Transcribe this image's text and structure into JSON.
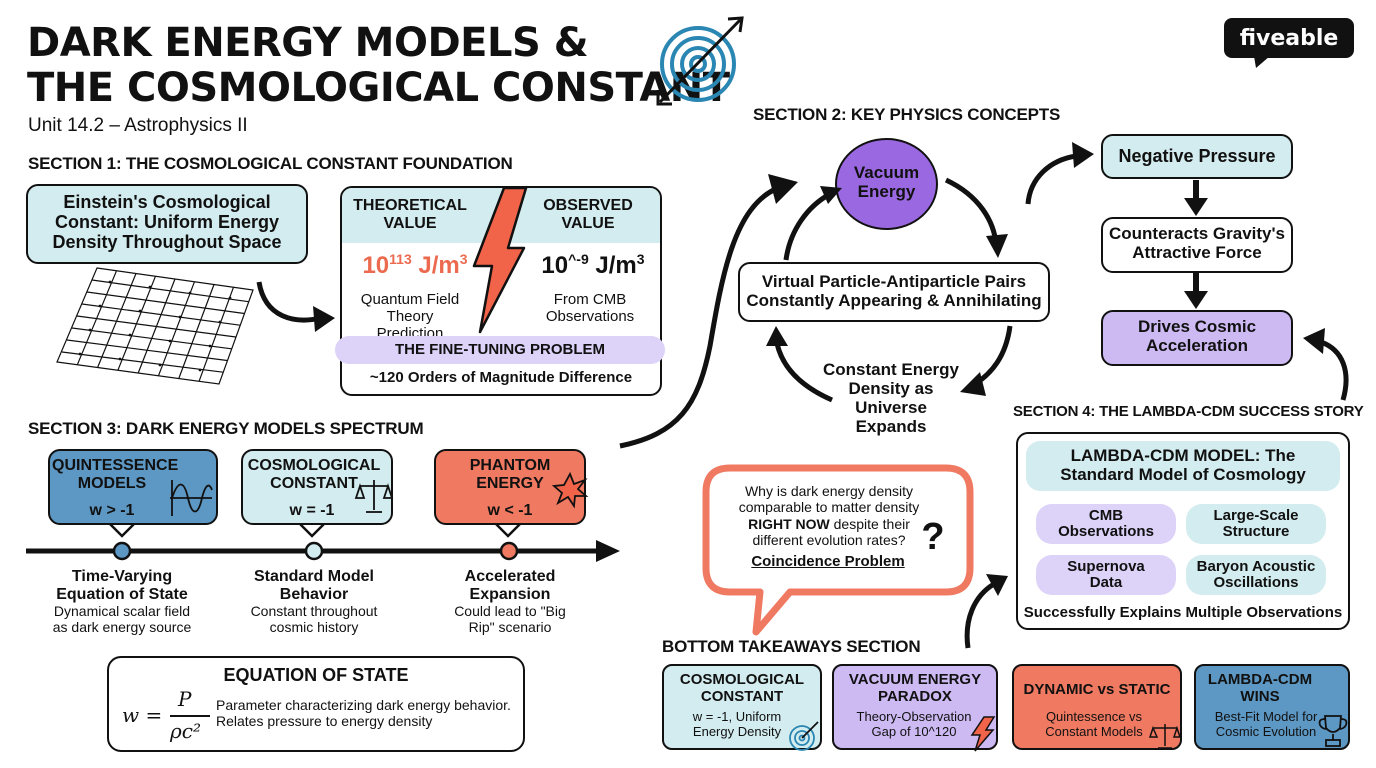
{
  "header": {
    "title_line1": "DARK ENERGY MODELS &",
    "title_line2": "THE COSMOLOGICAL CONSTANT",
    "subtitle": "Unit 14.2 – Astrophysics II",
    "brand": "fiveable"
  },
  "section1": {
    "heading": "SECTION 1: THE COSMOLOGICAL CONSTANT FOUNDATION",
    "einstein_box": "Einstein's Cosmological Constant: Uniform Energy Density Throughout Space",
    "theoretical_label": "THEORETICAL VALUE",
    "theoretical_value_base": "10",
    "theoretical_value_exp": "113",
    "theoretical_value_unit": " J/m",
    "theoretical_value_unit_exp": "3",
    "theoretical_source": "Quantum Field Theory Prediction",
    "observed_label": "OBSERVED VALUE",
    "observed_value_base": "10",
    "observed_value_exp": "^-9",
    "observed_value_unit": " J/m",
    "observed_value_unit_exp": "3",
    "observed_source": "From CMB Observations",
    "fine_tuning_title": "THE FINE-TUNING PROBLEM",
    "fine_tuning_note": "~120 Orders of Magnitude Difference"
  },
  "section2": {
    "heading": "SECTION 2: KEY PHYSICS CONCEPTS",
    "vacuum_energy": "Vacuum Energy",
    "virtual_pairs": "Virtual Particle-Antiparticle Pairs Constantly Appearing & Annihilating",
    "constant_density": "Constant Energy Density as Universe Expands",
    "negative_pressure": "Negative Pressure",
    "counteracts_gravity": "Counteracts Gravity's Attractive Force",
    "drives_acceleration": "Drives Cosmic Acceleration"
  },
  "section3": {
    "heading": "SECTION 3: DARK ENERGY MODELS SPECTRUM",
    "models": [
      {
        "name": "QUINTESSENCE MODELS",
        "w": "w > -1",
        "title": "Time-Varying Equation of State",
        "desc": "Dynamical scalar field as dark energy source",
        "color": "#5d97c3"
      },
      {
        "name": "COSMOLOGICAL CONSTANT",
        "w": "w = -1",
        "title": "Standard Model Behavior",
        "desc": "Constant throughout cosmic history",
        "color": "#d3ecef"
      },
      {
        "name": "PHANTOM ENERGY",
        "w": "w < -1",
        "title": "Accelerated Expansion",
        "desc": "Could lead to \"Big Rip\" scenario",
        "color": "#f07961"
      }
    ],
    "eos_title": "EQUATION OF STATE",
    "eos_lhs": "w =",
    "eos_num": "P",
    "eos_den": "ρc²",
    "eos_desc": "Parameter characterizing dark energy behavior. Relates pressure to energy density"
  },
  "coincidence": {
    "question_pre": "Why is dark energy density comparable to matter density",
    "question_emph": "RIGHT NOW",
    "question_post": "despite their different evolution rates?",
    "label": "Coincidence Problem",
    "mark": "?"
  },
  "section4": {
    "heading": "SECTION 4: THE LAMBDA-CDM SUCCESS STORY",
    "model_title": "LAMBDA-CDM MODEL: The Standard Model of Cosmology",
    "evidence": [
      "CMB Observations",
      "Large-Scale Structure",
      "Supernova Data",
      "Baryon Acoustic Oscillations"
    ],
    "footer": "Successfully Explains Multiple Observations"
  },
  "takeaways": {
    "heading": "BOTTOM TAKEAWAYS SECTION",
    "cards": [
      {
        "title": "COSMOLOGICAL CONSTANT",
        "desc": "w = -1, Uniform Energy Density",
        "color": "#d3ecef"
      },
      {
        "title": "VACUUM ENERGY PARADOX",
        "desc": "Theory-Observation Gap of 10^120",
        "color": "#cdbaf3"
      },
      {
        "title": "DYNAMIC vs STATIC",
        "desc": "Quintessence vs Constant Models",
        "color": "#f07961"
      },
      {
        "title": "LAMBDA-CDM WINS",
        "desc": "Best-Fit Model for Cosmic Evolution",
        "color": "#5d97c3"
      }
    ]
  },
  "icons": [
    "target-arrow-icon",
    "grid-icon",
    "lightning-icon",
    "wave-icon",
    "scales-icon",
    "explosion-icon",
    "question-icon",
    "trophy-icon"
  ]
}
